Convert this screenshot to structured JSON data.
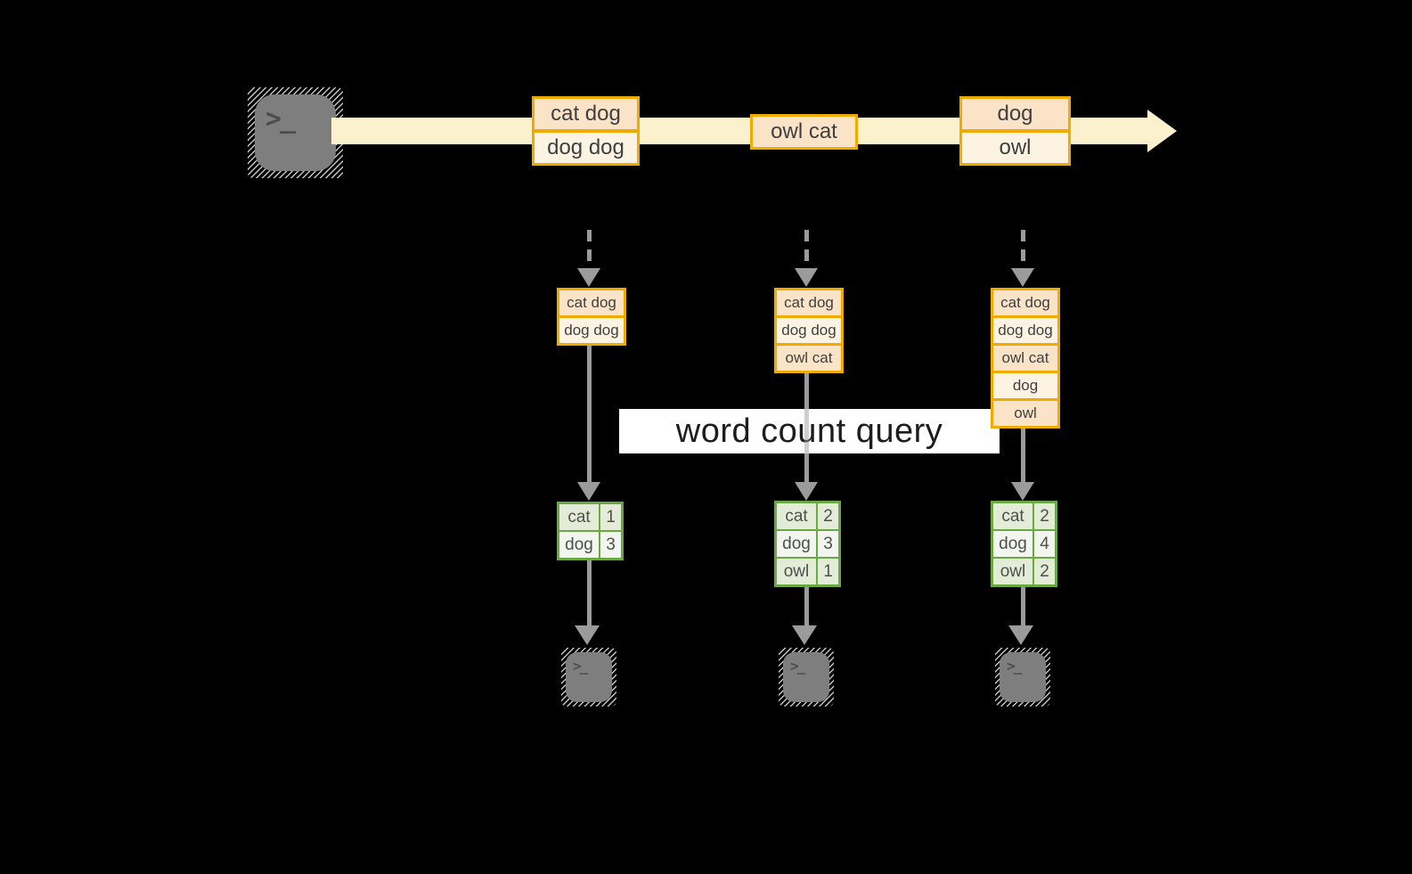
{
  "query": {
    "label": "word count query"
  },
  "stream": {
    "record_groups": [
      {
        "records": [
          "cat dog",
          "dog dog"
        ]
      },
      {
        "records": [
          "owl cat"
        ]
      },
      {
        "records": [
          "dog",
          "owl"
        ]
      }
    ]
  },
  "columns": [
    {
      "stack": [
        "cat dog",
        "dog dog"
      ],
      "table": {
        "rows": [
          [
            "cat",
            "1"
          ],
          [
            "dog",
            "3"
          ]
        ]
      }
    },
    {
      "stack": [
        "cat dog",
        "dog dog",
        "owl cat"
      ],
      "table": {
        "rows": [
          [
            "cat",
            "2"
          ],
          [
            "dog",
            "3"
          ],
          [
            "owl",
            "1"
          ]
        ]
      }
    },
    {
      "stack": [
        "cat dog",
        "dog dog",
        "owl cat",
        "dog",
        "owl"
      ],
      "table": {
        "rows": [
          [
            "cat",
            "2"
          ],
          [
            "dog",
            "4"
          ],
          [
            "owl",
            "2"
          ]
        ]
      }
    }
  ],
  "icons": {
    "source": "terminal-icon",
    "sinks": [
      "terminal-icon",
      "terminal-icon",
      "terminal-icon"
    ],
    "prompt_glyph": ">_"
  },
  "colors": {
    "background": "#000000",
    "stream_band": "#fbf1cd",
    "record_border": "#f0ab00",
    "record_fill_dark": "#fae3c6",
    "record_fill_light": "#fdf3e3",
    "table_border": "#6aa844",
    "table_fill_dark": "#e3ecd7",
    "table_fill_light": "#f3f6ee",
    "arrow_gray": "#9b9b9b",
    "icon_gray": "#7e7e7e",
    "query_box": "#ffffff"
  }
}
